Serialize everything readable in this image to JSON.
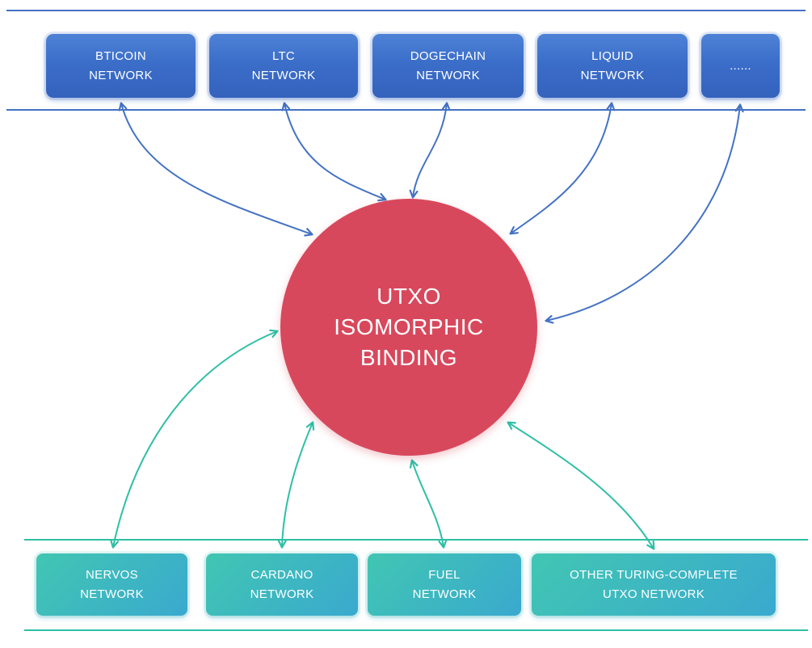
{
  "colors": {
    "top_accent": "#4472C4",
    "bottom_accent": "#2EBFA5",
    "center_fill": "#D8485C",
    "top_node_fill": "#3B6EC9",
    "bottom_node_fill_start": "#41C6B2",
    "bottom_node_fill_end": "#3AA9CF",
    "text": "#FFFFFF"
  },
  "center": {
    "line1": "UTXO",
    "line2": "ISOMORPHIC",
    "line3": "BINDING"
  },
  "top_nodes": [
    {
      "line1": "BTICOIN",
      "line2": "NETWORK",
      "label": "BTICOIN NETWORK"
    },
    {
      "line1": "LTC",
      "line2": "NETWORK",
      "label": "LTC NETWORK"
    },
    {
      "line1": "DOGECHAIN",
      "line2": "NETWORK",
      "label": "DOGECHAIN NETWORK"
    },
    {
      "line1": "LIQUID",
      "line2": "NETWORK",
      "label": "LIQUID NETWORK"
    },
    {
      "line1": "......",
      "line2": "",
      "label": "......"
    }
  ],
  "bottom_nodes": [
    {
      "line1": "NERVOS",
      "line2": "NETWORK",
      "label": "NERVOS NETWORK"
    },
    {
      "line1": "CARDANO",
      "line2": "NETWORK",
      "label": "CARDANO NETWORK"
    },
    {
      "line1": "FUEL",
      "line2": "NETWORK",
      "label": "FUEL NETWORK"
    },
    {
      "line1": "OTHER TURING-COMPLETE",
      "line2": "UTXO NETWORK",
      "label": "OTHER TURING-COMPLETE UTXO NETWORK"
    }
  ]
}
